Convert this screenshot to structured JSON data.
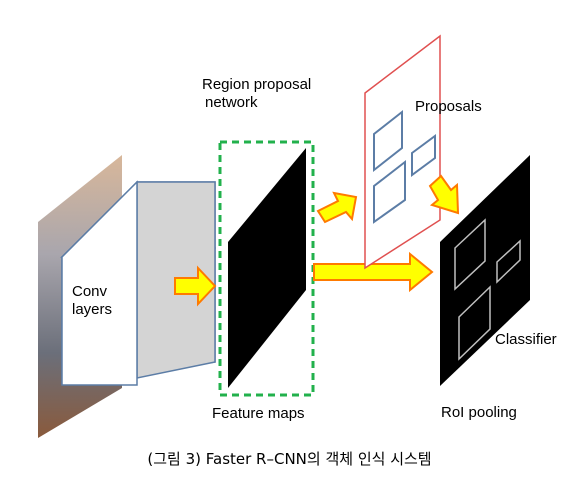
{
  "diagram": {
    "conv_layers_line1": "Conv",
    "conv_layers_line2": "layers",
    "rpn_line1": "Region proposal",
    "rpn_line2": "network",
    "proposals": "Proposals",
    "classifier": "Classifier",
    "feature_maps": "Feature maps",
    "roi_pooling": "RoI pooling",
    "caption": "(그림 3) Faster R–CNN의 객체 인식 시스템"
  },
  "colors": {
    "arrow_fill": "#ffff00",
    "arrow_stroke": "#ff7a00",
    "rpn_dash": "#22b14c",
    "proposal_plane": "#e05050",
    "box_outline": "#5c7da6"
  }
}
